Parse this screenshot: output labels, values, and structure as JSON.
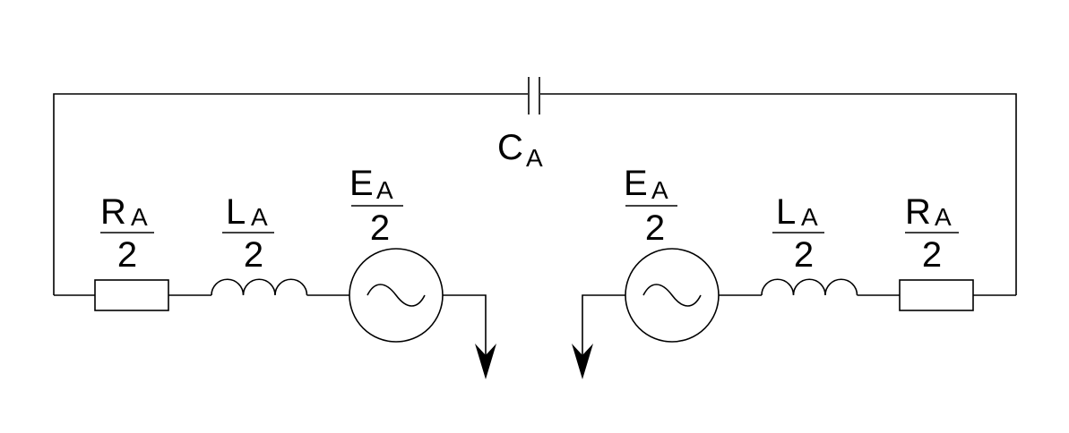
{
  "capacitor": {
    "letter": "C",
    "subscript": "A"
  },
  "left_branch": {
    "resistor": {
      "letter": "R",
      "subscript": "A",
      "denominator": "2"
    },
    "inductor": {
      "letter": "L",
      "subscript": "A",
      "denominator": "2"
    },
    "source": {
      "letter": "E",
      "subscript": "A",
      "denominator": "2"
    }
  },
  "right_branch": {
    "resistor": {
      "letter": "R",
      "subscript": "A",
      "denominator": "2"
    },
    "inductor": {
      "letter": "L",
      "subscript": "A",
      "denominator": "2"
    },
    "source": {
      "letter": "E",
      "subscript": "A",
      "denominator": "2"
    }
  },
  "colors": {
    "line": "#000000",
    "background": "#ffffff"
  }
}
